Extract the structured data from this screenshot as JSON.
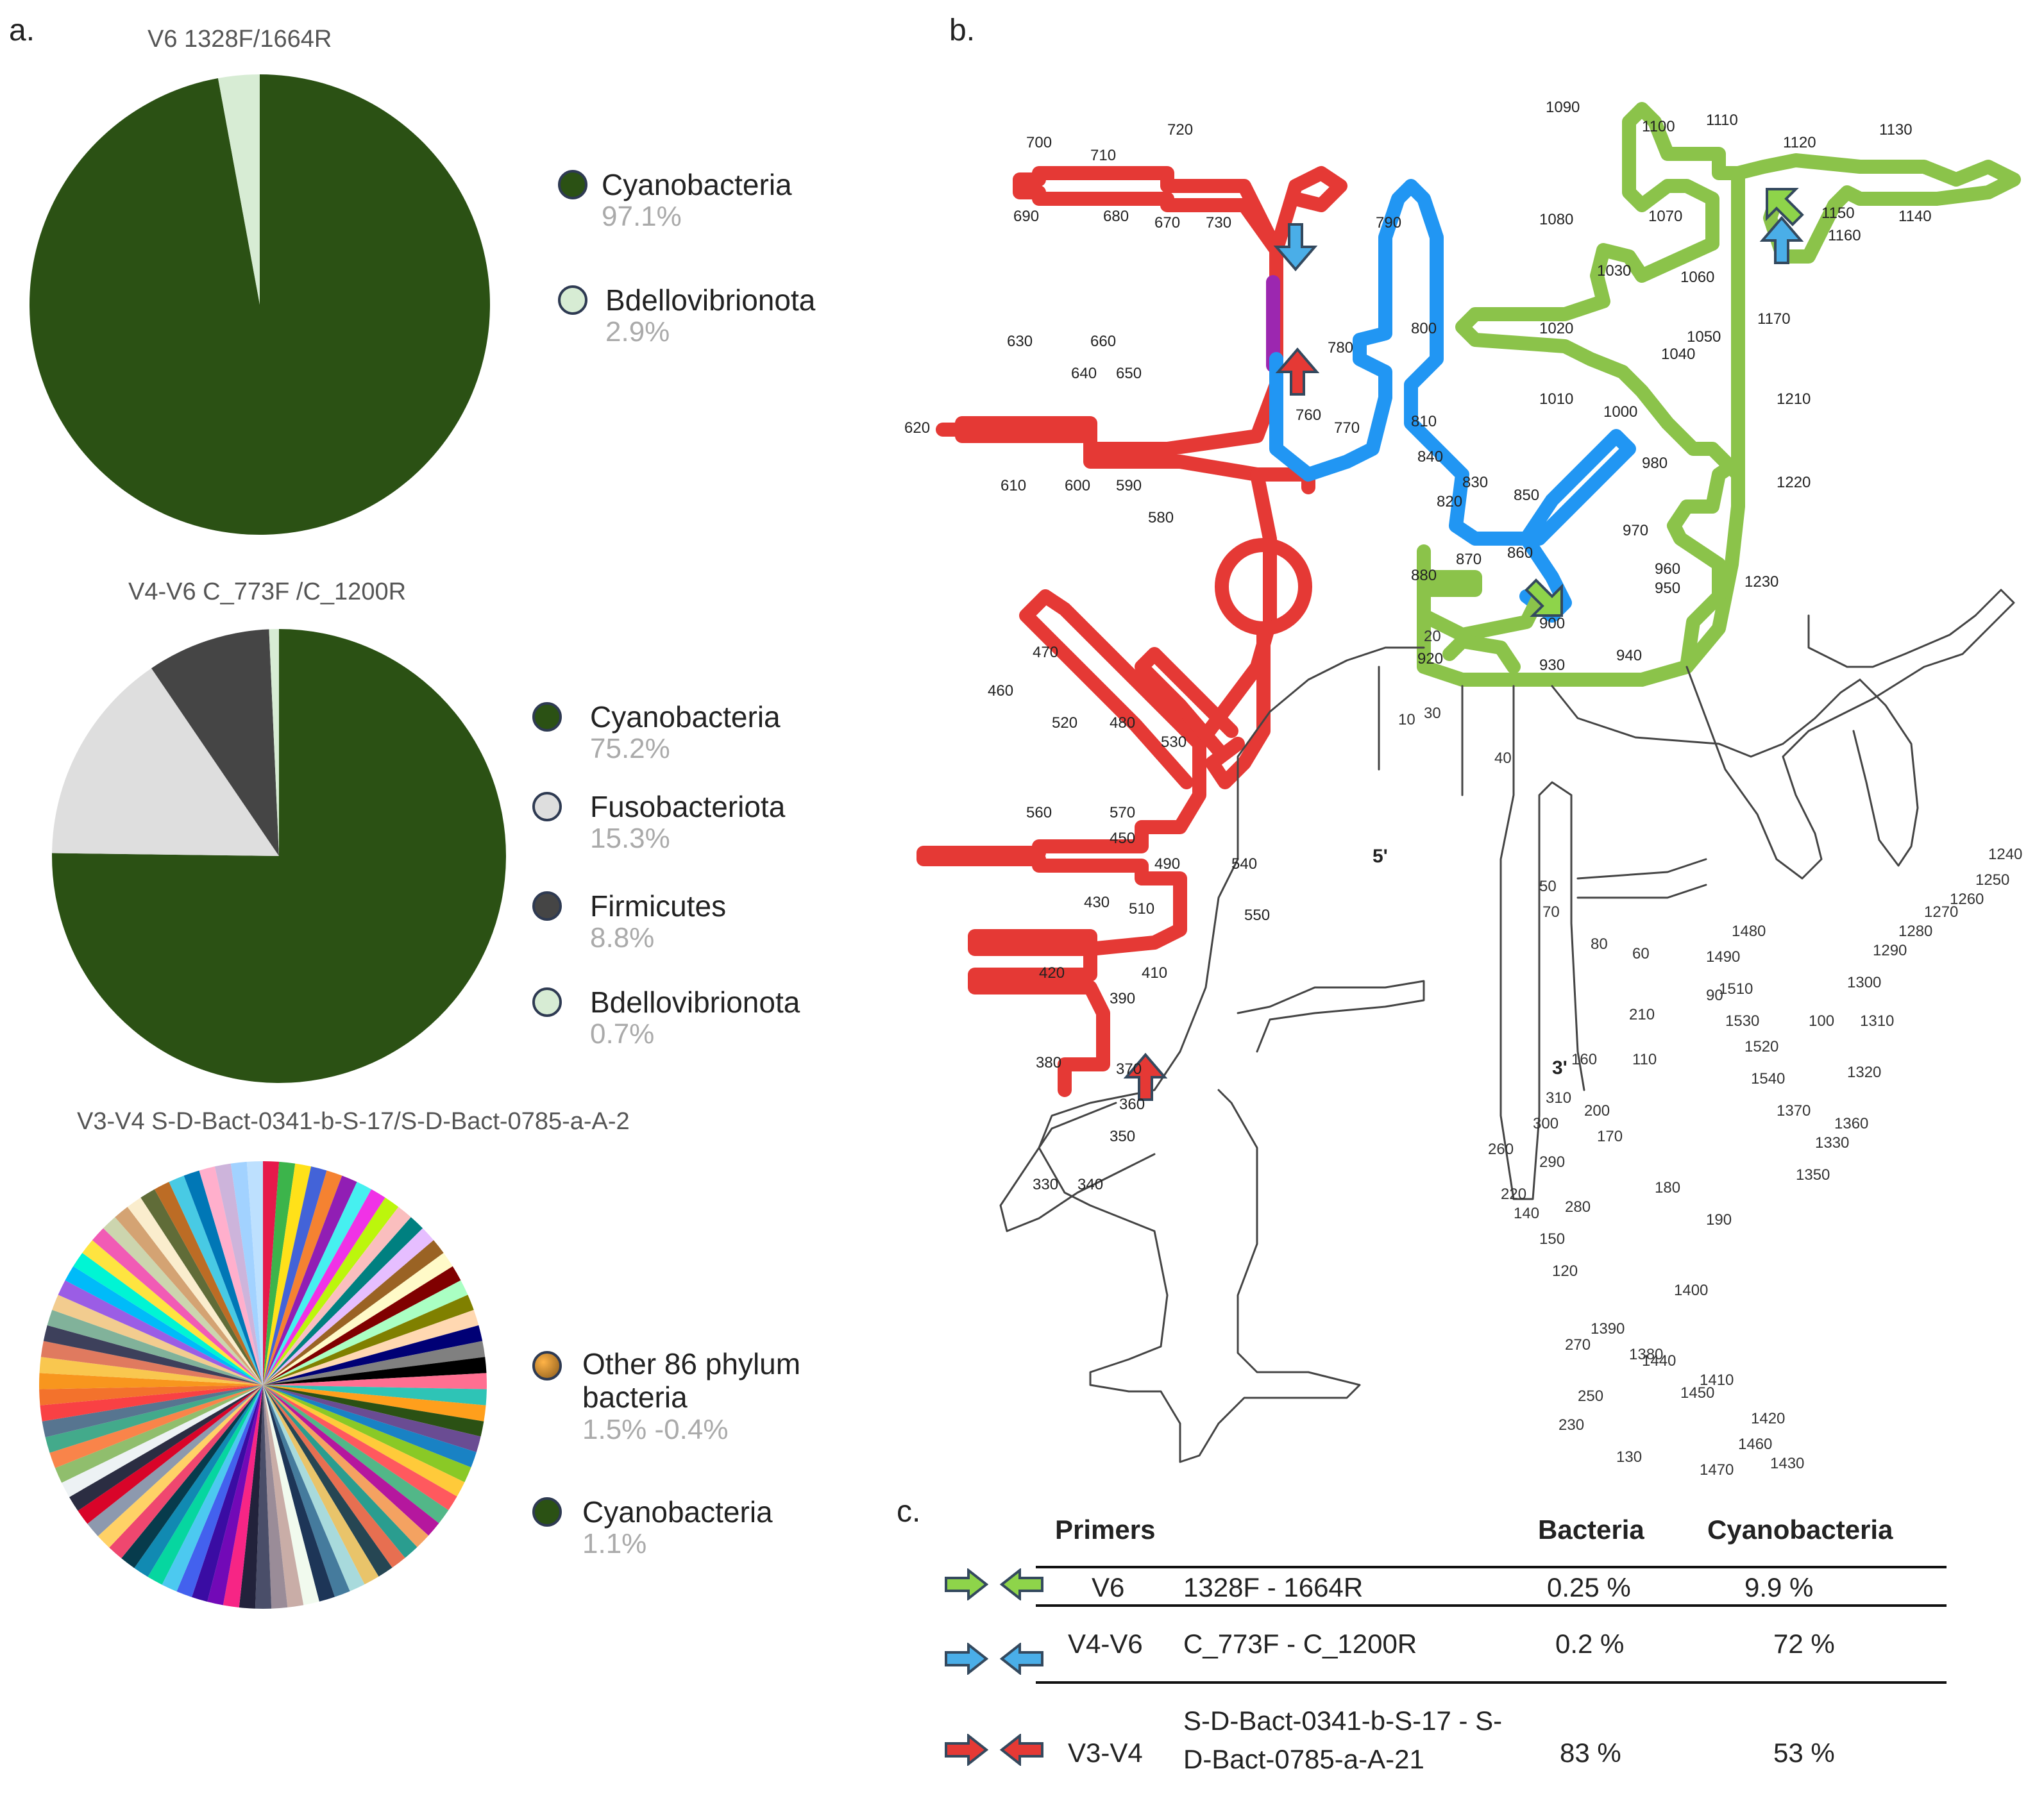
{
  "panels": {
    "a": "a.",
    "b": "b.",
    "c": "c."
  },
  "chart_data": [
    {
      "type": "pie",
      "title": "V6 1328F/1664R",
      "slices": [
        {
          "label": "Cyanobacteria",
          "value_text": "97.1%",
          "value": 97.1,
          "color": "#2b5114"
        },
        {
          "label": "Bdellovibrionota",
          "value_text": "2.9%",
          "value": 2.9,
          "color": "#d7ecd4"
        }
      ]
    },
    {
      "type": "pie",
      "title": "V4-V6 C_773F /C_1200R",
      "slices": [
        {
          "label": "Cyanobacteria",
          "value_text": "75.2%",
          "value": 75.2,
          "color": "#2b5114"
        },
        {
          "label": "Fusobacteriota",
          "value_text": "15.3%",
          "value": 15.3,
          "color": "#dedede"
        },
        {
          "label": "Firmicutes",
          "value_text": "8.8%",
          "value": 8.8,
          "color": "#454545"
        },
        {
          "label": "Bdellovibrionota",
          "value_text": "0.7%",
          "value": 0.7,
          "color": "#d7ecd4"
        }
      ]
    },
    {
      "type": "pie",
      "title": "V3-V4 S-D-Bact-0341-b-S-17/S-D-Bact-0785-a-A-2",
      "slices": [
        {
          "label": "Other 86 phylum bacteria",
          "value_text": "1.5% -0.4%",
          "value": 98.9,
          "color": "#c98a2a"
        },
        {
          "label": "Cyanobacteria",
          "value_text": "1.1%",
          "value": 1.1,
          "color": "#2b5114"
        }
      ],
      "palette": [
        "#e6194b",
        "#3cb44b",
        "#ffe119",
        "#4363d8",
        "#f58231",
        "#911eb4",
        "#46f0f0",
        "#f032e6",
        "#bcf60c",
        "#fabebe",
        "#008080",
        "#e6beff",
        "#9a6324",
        "#fffac8",
        "#800000",
        "#aaffc3",
        "#808000",
        "#ffd8b1",
        "#000075",
        "#808080",
        "#000000",
        "#ff6f91",
        "#2ec4b6",
        "#ff9f1c",
        "#6a4c93",
        "#1982c4",
        "#8ac926",
        "#ffca3a",
        "#ff595e",
        "#52b788",
        "#b5179e",
        "#f4a261",
        "#2a9d8f",
        "#e76f51",
        "#264653",
        "#e9c46a",
        "#a8dadc",
        "#457b9d",
        "#1d3557",
        "#f1faee",
        "#c9ada7",
        "#9a8c98",
        "#4a4e69",
        "#22223b",
        "#f72585",
        "#7209b7",
        "#3a0ca3",
        "#4361ee",
        "#4cc9f0",
        "#06d6a0",
        "#118ab2",
        "#073b4c",
        "#ef476f",
        "#ffd166",
        "#8d99ae",
        "#d90429",
        "#2b2d42",
        "#edf2f4",
        "#90be6d",
        "#f9844a",
        "#43aa8b",
        "#577590",
        "#f94144",
        "#f3722c",
        "#f8961e",
        "#f9c74f",
        "#e07a5f",
        "#3d405b",
        "#81b29a",
        "#f2cc8f",
        "#9b5de5",
        "#00bbf9",
        "#00f5d4",
        "#fee440",
        "#f15bb5",
        "#ccd5ae",
        "#d4a373",
        "#faedcd",
        "#606c38",
        "#bc6c25",
        "#48cae4",
        "#0077b6",
        "#ffafcc",
        "#cdb4db",
        "#a2d2ff",
        "#bde0fe"
      ]
    }
  ],
  "rna": {
    "numbers": {
      "red": [
        "700",
        "710",
        "720",
        "690",
        "680",
        "670",
        "730",
        "660",
        "630",
        "640",
        "650",
        "620",
        "610",
        "600",
        "590",
        "580",
        "470",
        "460",
        "480",
        "520",
        "530",
        "570",
        "560",
        "450",
        "490",
        "510",
        "540",
        "430",
        "550",
        "420",
        "410",
        "390",
        "380",
        "370",
        "360",
        "350",
        "330",
        "340"
      ],
      "blue": [
        "790",
        "800",
        "780",
        "760",
        "770",
        "810",
        "820",
        "830",
        "840",
        "850",
        "860",
        "900"
      ],
      "green": [
        "1090",
        "1100",
        "1110",
        "1120",
        "1130",
        "1080",
        "1070",
        "1150",
        "1140",
        "1160",
        "1030",
        "1060",
        "1020",
        "1050",
        "1040",
        "1170",
        "1010",
        "1000",
        "1210",
        "980",
        "1220",
        "970",
        "870",
        "880",
        "960",
        "950",
        "1230",
        "920",
        "930",
        "940"
      ],
      "black": [
        "20",
        "30",
        "10",
        "40",
        "50",
        "70",
        "80",
        "60",
        "90",
        "100",
        "110",
        "310",
        "300",
        "290",
        "280",
        "120",
        "270",
        "250",
        "230",
        "130",
        "260",
        "220",
        "140",
        "150",
        "210",
        "160",
        "200",
        "170",
        "180",
        "190",
        "1400",
        "1390",
        "1380",
        "1410",
        "1420",
        "1430",
        "1440",
        "1450",
        "1460",
        "1470",
        "1480",
        "1490",
        "1510",
        "1530",
        "1520",
        "1540",
        "1370",
        "1350",
        "1330",
        "1360",
        "1320",
        "1310",
        "1300",
        "1290",
        "1280",
        "1270",
        "1260",
        "1250",
        "1240"
      ]
    },
    "ends": {
      "five": "5'",
      "three": "3'"
    }
  },
  "table": {
    "headers": {
      "primers": "Primers",
      "bacteria": "Bacteria",
      "cyano": "Cyanobacteria"
    },
    "rows": [
      {
        "region": "V6",
        "primers": "1328F - 1664R",
        "bacteria": "0.25 %",
        "cyano": "9.9 %",
        "arrow_color": "#8ed44a"
      },
      {
        "region": "V4-V6",
        "primers": "C_773F - C_1200R",
        "bacteria": "0.2 %",
        "cyano": "72 %",
        "arrow_color": "#4aaee8"
      },
      {
        "region": "V3-V4",
        "primers_line1": "S-D-Bact-0341-b-S-17 - S-",
        "primers_line2": "D-Bact-0785-a-A-21",
        "bacteria": "83 %",
        "cyano": "53 %",
        "arrow_color": "#e53935"
      }
    ]
  }
}
